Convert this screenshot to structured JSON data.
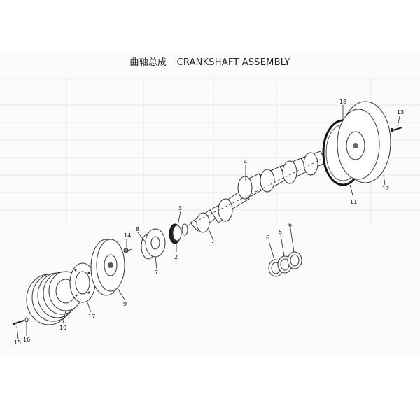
{
  "title": {
    "chinese": "曲轴总成",
    "english": "CRANKSHAFT ASSEMBLY"
  },
  "callouts": [
    {
      "id": "c1",
      "label": "1"
    },
    {
      "id": "c2",
      "label": "2"
    },
    {
      "id": "c3",
      "label": "3"
    },
    {
      "id": "c4",
      "label": "4"
    },
    {
      "id": "c5",
      "label": "5"
    },
    {
      "id": "c6a",
      "label": "6"
    },
    {
      "id": "c6b",
      "label": "6"
    },
    {
      "id": "c7",
      "label": "7"
    },
    {
      "id": "c8",
      "label": "8"
    },
    {
      "id": "c9",
      "label": "9"
    },
    {
      "id": "c10",
      "label": "10"
    },
    {
      "id": "c11",
      "label": "11"
    },
    {
      "id": "c12",
      "label": "12"
    },
    {
      "id": "c13",
      "label": "13"
    },
    {
      "id": "c14",
      "label": "14"
    },
    {
      "id": "c15",
      "label": "15"
    },
    {
      "id": "c16",
      "label": "16"
    },
    {
      "id": "c17",
      "label": "17"
    },
    {
      "id": "c18",
      "label": "18"
    }
  ]
}
